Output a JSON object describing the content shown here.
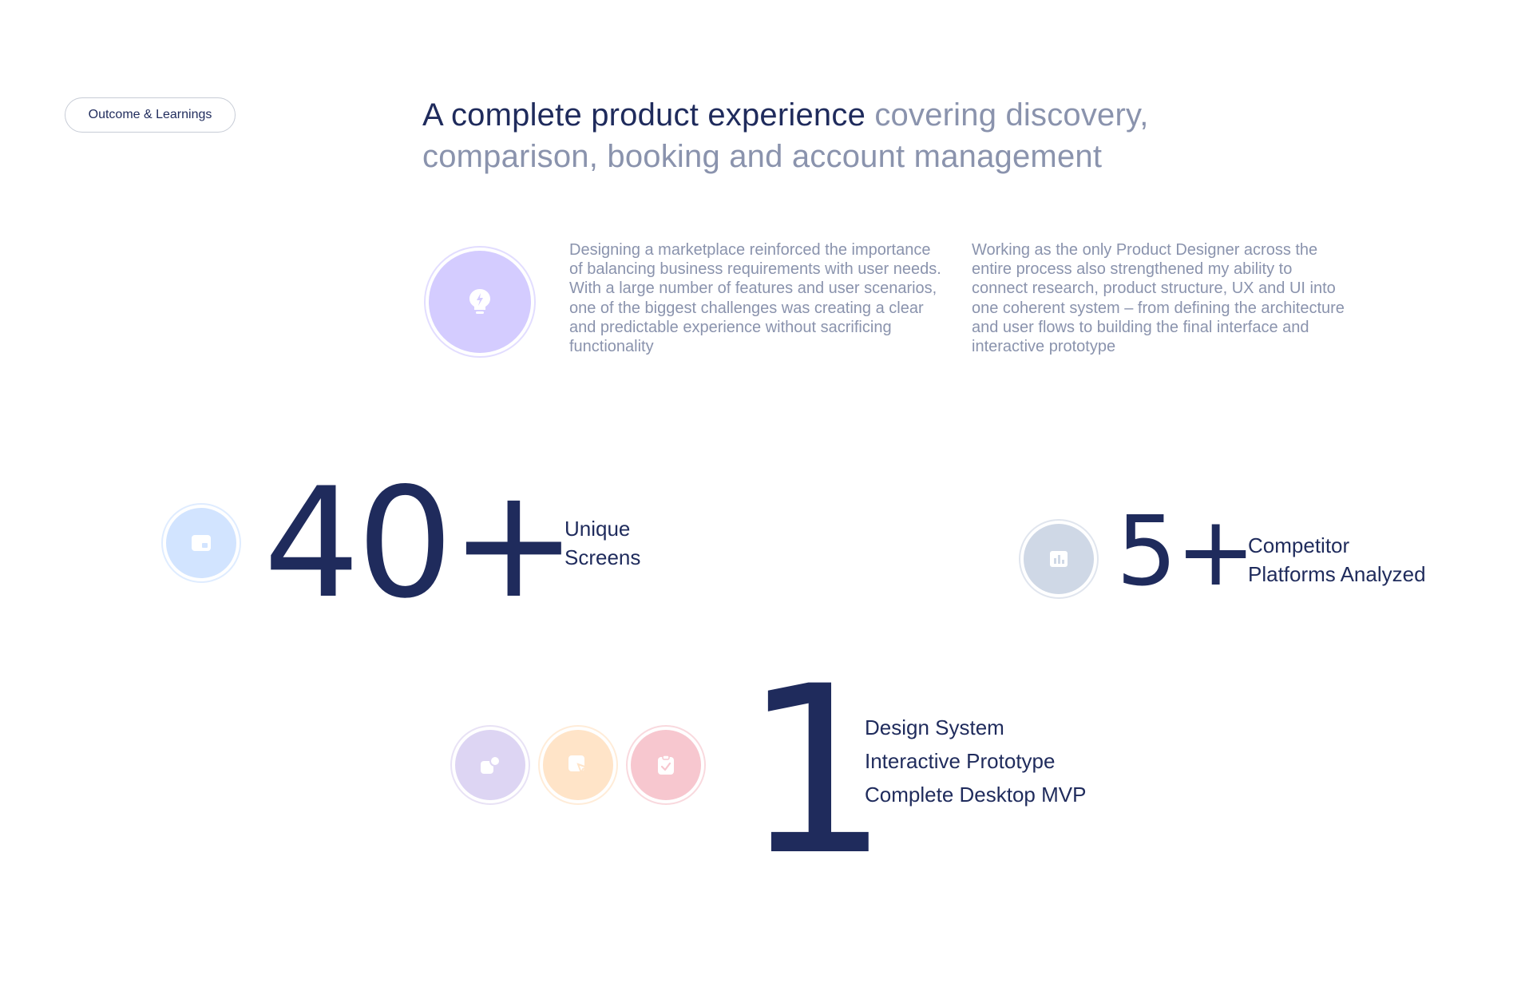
{
  "section_tag": "Outcome & Learnings",
  "headline": {
    "dark": "A complete product experience",
    "light": "covering discovery, comparison, booking and account management"
  },
  "paragraphs": [
    "Designing a marketplace reinforced the importance of balancing business requirements with user needs. With a large number of features and user scenarios, one of the biggest challenges was creating a clear and predictable experience without sacrificing functionality",
    "Working as the only Product Designer across the entire process also strengthened my ability to connect research, product structure, UX and UI into one coherent system – from defining the architecture and user flows to building the final interface and interactive prototype"
  ],
  "stats": {
    "screens": {
      "value": "40+",
      "label_line1": "Unique",
      "label_line2": "Screens"
    },
    "competitors": {
      "value": "5+",
      "label_line1": "Competitor",
      "label_line2": "Platforms Analyzed"
    },
    "deliverables": {
      "value": "1",
      "items": [
        "Design System",
        "Interactive Prototype",
        "Complete Desktop MVP"
      ]
    }
  },
  "icons": {
    "learnings": "lightbulb-icon",
    "screens": "screen-icon",
    "competitors": "bar-chart-icon",
    "design_system": "shapes-icon",
    "prototype": "cursor-frame-icon",
    "mvp": "clipboard-check-icon"
  },
  "colors": {
    "navy": "#1f2b5c",
    "muted": "#8a93ad",
    "lavender": "#d4ccff",
    "light_blue": "#d2e4ff",
    "slate": "#cfd8e6",
    "soft_purple": "#ddd5f3",
    "peach": "#ffe4c8",
    "pink": "#f7c7cf"
  }
}
